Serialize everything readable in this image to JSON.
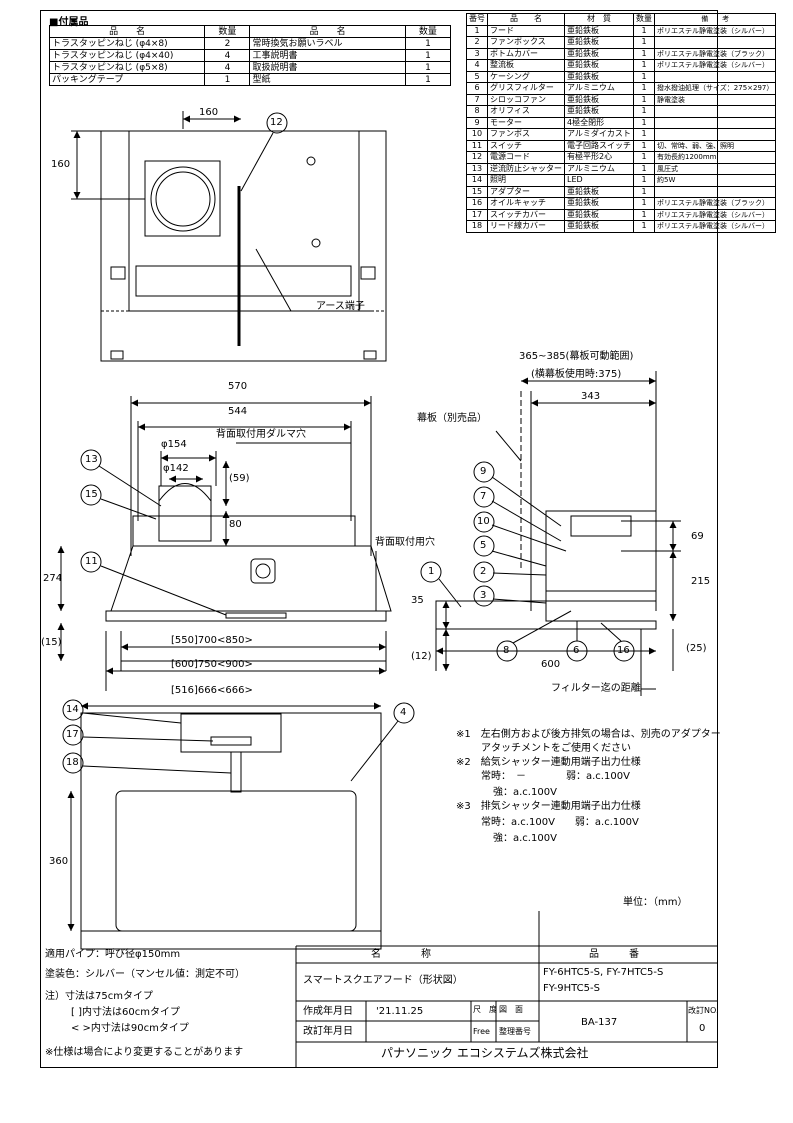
{
  "accessories": {
    "title": "■付属品",
    "headers": [
      "品　　名",
      "数量",
      "品　　名",
      "数量"
    ],
    "rows": [
      [
        "トラスタッピンねじ (φ4×8)",
        "2",
        "常時換気お願いラベル",
        "1"
      ],
      [
        "トラスタッピンねじ (φ4×40)",
        "4",
        "工事説明書",
        "1"
      ],
      [
        "トラスタッピンねじ (φ5×8)",
        "4",
        "取扱説明書",
        "1"
      ],
      [
        "パッキングテープ",
        "1",
        "型紙",
        "1"
      ]
    ]
  },
  "parts": {
    "headers": [
      "番号",
      "品　　名",
      "材　質",
      "数量",
      "備　　考"
    ],
    "rows": [
      [
        "1",
        "フード",
        "亜鉛鉄板",
        "1",
        "ポリエステル静電塗装（シルバー）"
      ],
      [
        "2",
        "ファンボックス",
        "亜鉛鉄板",
        "1",
        ""
      ],
      [
        "3",
        "ボトムカバー",
        "亜鉛鉄板",
        "1",
        "ポリエステル静電塗装（ブラック）"
      ],
      [
        "4",
        "整流板",
        "亜鉛鉄板",
        "1",
        "ポリエステル静電塗装（シルバー）"
      ],
      [
        "5",
        "ケーシング",
        "亜鉛鉄板",
        "1",
        ""
      ],
      [
        "6",
        "グリスフィルター",
        "アルミニウム",
        "1",
        "撥水撥油処理（サイズ：275×297）"
      ],
      [
        "7",
        "シロッコファン",
        "亜鉛鉄板",
        "1",
        "静電塗装"
      ],
      [
        "8",
        "オリフィス",
        "亜鉛鉄板",
        "1",
        ""
      ],
      [
        "9",
        "モーター",
        "4極全閉形",
        "1",
        ""
      ],
      [
        "10",
        "ファンボス",
        "アルミダイカスト",
        "1",
        ""
      ],
      [
        "11",
        "スイッチ",
        "電子回路スイッチ",
        "1",
        "切、常時、弱、強、照明"
      ],
      [
        "12",
        "電源コード",
        "有極平形2心",
        "1",
        "有効長約1200mm"
      ],
      [
        "13",
        "逆流防止シャッター",
        "アルミニウム",
        "1",
        "風圧式"
      ],
      [
        "14",
        "照明",
        "LED",
        "1",
        "約5W"
      ],
      [
        "15",
        "アダプター",
        "亜鉛鉄板",
        "1",
        ""
      ],
      [
        "16",
        "オイルキャッチ",
        "亜鉛鉄板",
        "1",
        "ポリエステル静電塗装（ブラック）"
      ],
      [
        "17",
        "スイッチカバー",
        "亜鉛鉄板",
        "1",
        "ポリエステル静電塗装（シルバー）"
      ],
      [
        "18",
        "リード線カバー",
        "亜鉛鉄板",
        "1",
        "ポリエステル静電塗装（シルバー）"
      ]
    ]
  },
  "dims": {
    "top_160": "160",
    "top_160v": "160",
    "callout_12": "12",
    "earth": "アース端子",
    "d570": "570",
    "d544": "544",
    "d154": "φ154",
    "d142": "φ142",
    "d59": "(59)",
    "d80": "80",
    "d274": "274",
    "d15": "(15)",
    "back_hole": "背面取付用ダルマ穴",
    "back_hole2": "背面取付用穴",
    "c13": "13",
    "c15": "15",
    "c11": "11",
    "w700": "[550]700<850>",
    "w750": "[600]750<900>",
    "w666": "[516]666<666>",
    "range": "365~385(幕板可動範囲)",
    "range2": "(横幕板使用時:375)",
    "d343": "343",
    "makuita": "幕板（別売品）",
    "d69": "69",
    "d215": "215",
    "d35": "35",
    "d12": "(12)",
    "d600": "600",
    "d25": "(25)",
    "filter_dist": "フィルター迄の距離",
    "d360": "360",
    "c1": "1",
    "c2": "2",
    "c3": "3",
    "c4": "4",
    "c5": "5",
    "c6": "6",
    "c7": "7",
    "c8": "8",
    "c9": "9",
    "c10": "10",
    "c14": "14",
    "c16": "16",
    "c17": "17",
    "c18": "18"
  },
  "notes": {
    "n1a": "※1　左右側方および後方排気の場合は、別売のアダプター",
    "n1b": "アタッチメントをご使用ください",
    "n2": "※2　給気シャッター連動用端子出力仕様",
    "n2a": "常時：　－　　　　弱：a.c.100V",
    "n2b": "強：a.c.100V",
    "n3": "※3　排気シャッター連動用端子出力仕様",
    "n3a": "常時：a.c.100V　　弱：a.c.100V",
    "n3b": "強：a.c.100V",
    "unit": "単位：（mm）"
  },
  "left_notes": {
    "pipe": "適用パイプ：呼び径φ150mm",
    "color": "塗装色：シルバー（マンセル値：測定不可）",
    "note": "注）寸法は75cmタイプ",
    "n60": "[ ]内寸法は60cmタイプ",
    "n90": "< >内寸法は90cmタイプ",
    "spec": "※仕様は場合により変更することがあります"
  },
  "title_block": {
    "name_label": "名　　　　称",
    "number_label": "品　　　番",
    "product_name": "スマートスクエアフード（形状図）",
    "product_no1": "FY-6HTC5-S, FY-7HTC5-S",
    "product_no2": "FY-9HTC5-S",
    "created_label": "作成年月日",
    "created_date": "'21.11.25",
    "scale_label": "尺　度",
    "scale": "Free",
    "drawing_label": "図　面",
    "control_label": "整理番号",
    "revised_label": "改訂年月日",
    "drawing_no": "BA-137",
    "rev_label": "改訂NO.",
    "rev_no": "0",
    "company": "パナソニック エコシステムズ株式会社"
  }
}
